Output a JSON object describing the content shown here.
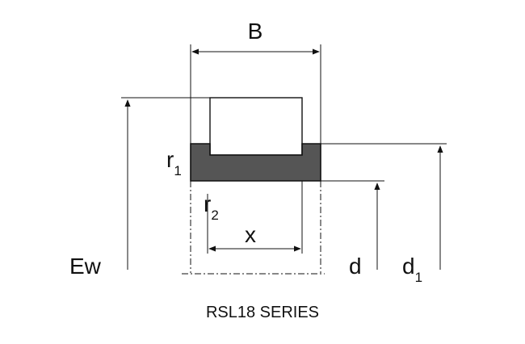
{
  "diagram": {
    "labels": {
      "B": "B",
      "Ew": "Ew",
      "r1_main": "r",
      "r1_sub": "1",
      "r2_main": "r",
      "r2_sub": "2",
      "x": "x",
      "d": "d",
      "d1_main": "d",
      "d1_sub": "1"
    },
    "caption": "RSL18 SERIES",
    "colors": {
      "line": "#111111",
      "ring_fill": "#555555",
      "background": "#ffffff"
    }
  }
}
